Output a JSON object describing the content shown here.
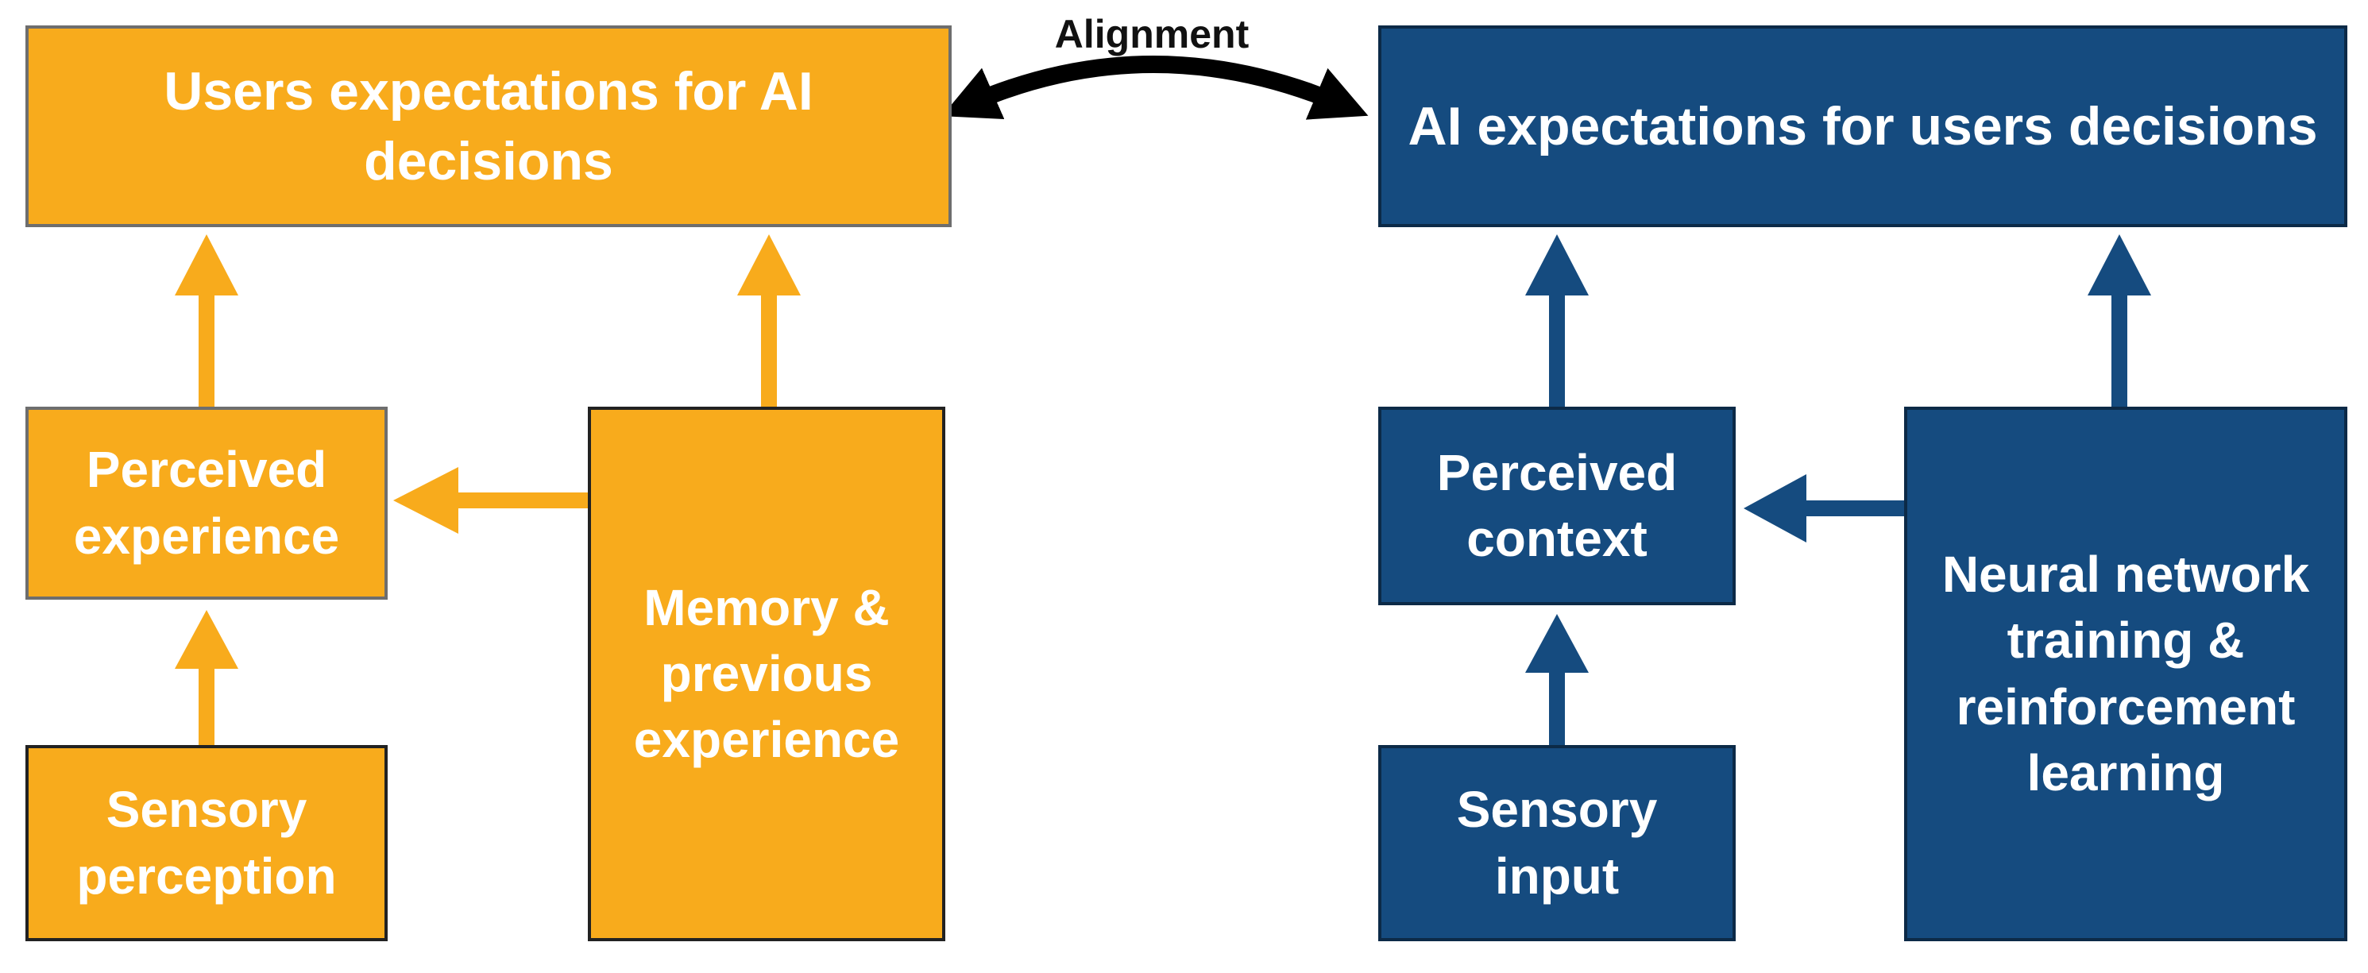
{
  "colors": {
    "user_side": "#f8ab1c",
    "ai_side": "#154b7f",
    "alignment_arrow": "#000000"
  },
  "alignment_label": "Alignment",
  "left": {
    "top_box": "Users expectations for AI decisions",
    "perceived_box": "Perceived experience",
    "memory_box": "Memory & previous experience",
    "sensory_box": "Sensory perception"
  },
  "right": {
    "top_box": "AI expectations for users decisions",
    "perceived_box": "Perceived context",
    "network_box": "Neural network training & reinforcement learning",
    "sensory_box": "Sensory input"
  }
}
